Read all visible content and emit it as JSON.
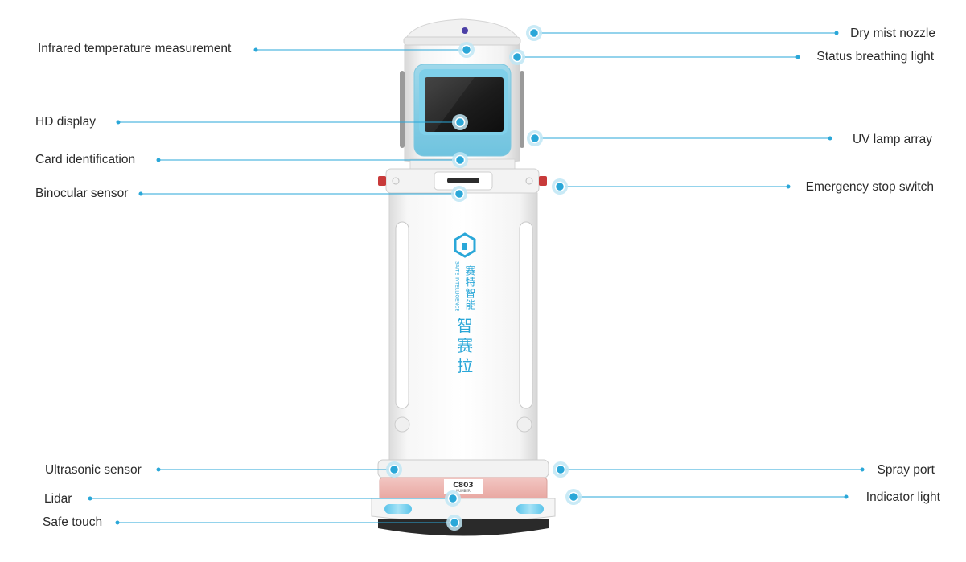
{
  "accent_color": "#2aa7d8",
  "callouts": {
    "dry_mist_nozzle": "Dry mist nozzle",
    "infrared_temperature": "Infrared temperature measurement",
    "status_breathing_light": "Status breathing light",
    "hd_display": "HD display",
    "uv_lamp_array": "UV lamp array",
    "card_identification": "Card identification",
    "emergency_stop_switch": "Emergency stop switch",
    "binocular_sensor": "Binocular sensor",
    "ultrasonic_sensor": "Ultrasonic sensor",
    "spray_port": "Spray port",
    "lidar": "Lidar",
    "indicator_light": "Indicator light",
    "safe_touch": "Safe touch"
  },
  "robot": {
    "brand_cn": "赛特智能",
    "brand_en": "SAITE INTELLIGENCE",
    "product_cn_1": "智",
    "product_cn_2": "赛",
    "product_cn_3": "拉",
    "model": "C803",
    "model_sub": "NUMBER"
  }
}
